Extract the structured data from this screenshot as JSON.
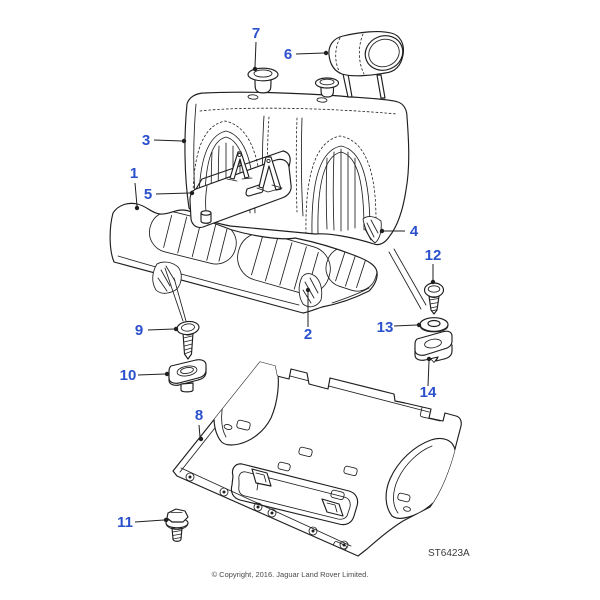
{
  "diagram": {
    "code": "ST6423A",
    "copyright": "© Copyright, 2016. Jaguar Land Rover Limited.",
    "colors": {
      "callout": "#2b50cc",
      "line": "#1f1f1f",
      "code_text": "#3a3a3a",
      "copyright_text": "#4a4a4a",
      "background": "#ffffff"
    },
    "callouts": [
      "1",
      "2",
      "3",
      "4",
      "5",
      "6",
      "7",
      "8",
      "9",
      "10",
      "11",
      "12",
      "13",
      "14"
    ]
  }
}
